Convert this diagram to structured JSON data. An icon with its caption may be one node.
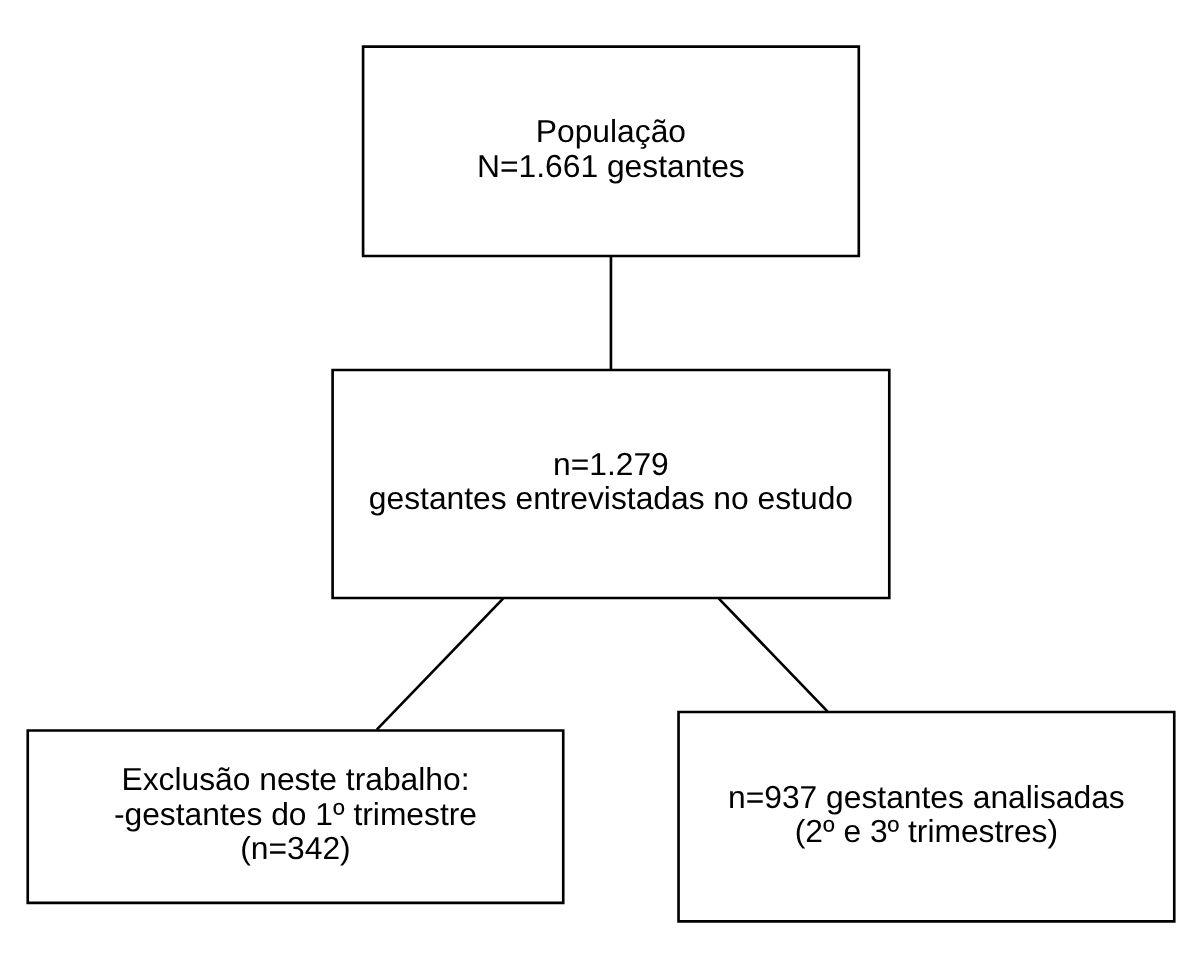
{
  "diagram": {
    "nodes": [
      {
        "text": [
          "População",
          "N=1.661 gestantes"
        ]
      },
      {
        "text": [
          "n=1.279",
          "gestantes entrevistadas no estudo"
        ]
      },
      {
        "text": [
          "Exclusão neste trabalho:",
          "-gestantes do 1º trimestre",
          "(n=342)"
        ]
      },
      {
        "text": [
          "n=937 gestantes analisadas",
          "(2º e 3º trimestres)"
        ]
      }
    ],
    "edges": [
      {
        "from": 0,
        "to": 1,
        "arrow": "none"
      },
      {
        "from": 1,
        "to": 3,
        "arrow": "none"
      },
      {
        "from": 1,
        "to": 2,
        "arrow": "none"
      }
    ]
  }
}
